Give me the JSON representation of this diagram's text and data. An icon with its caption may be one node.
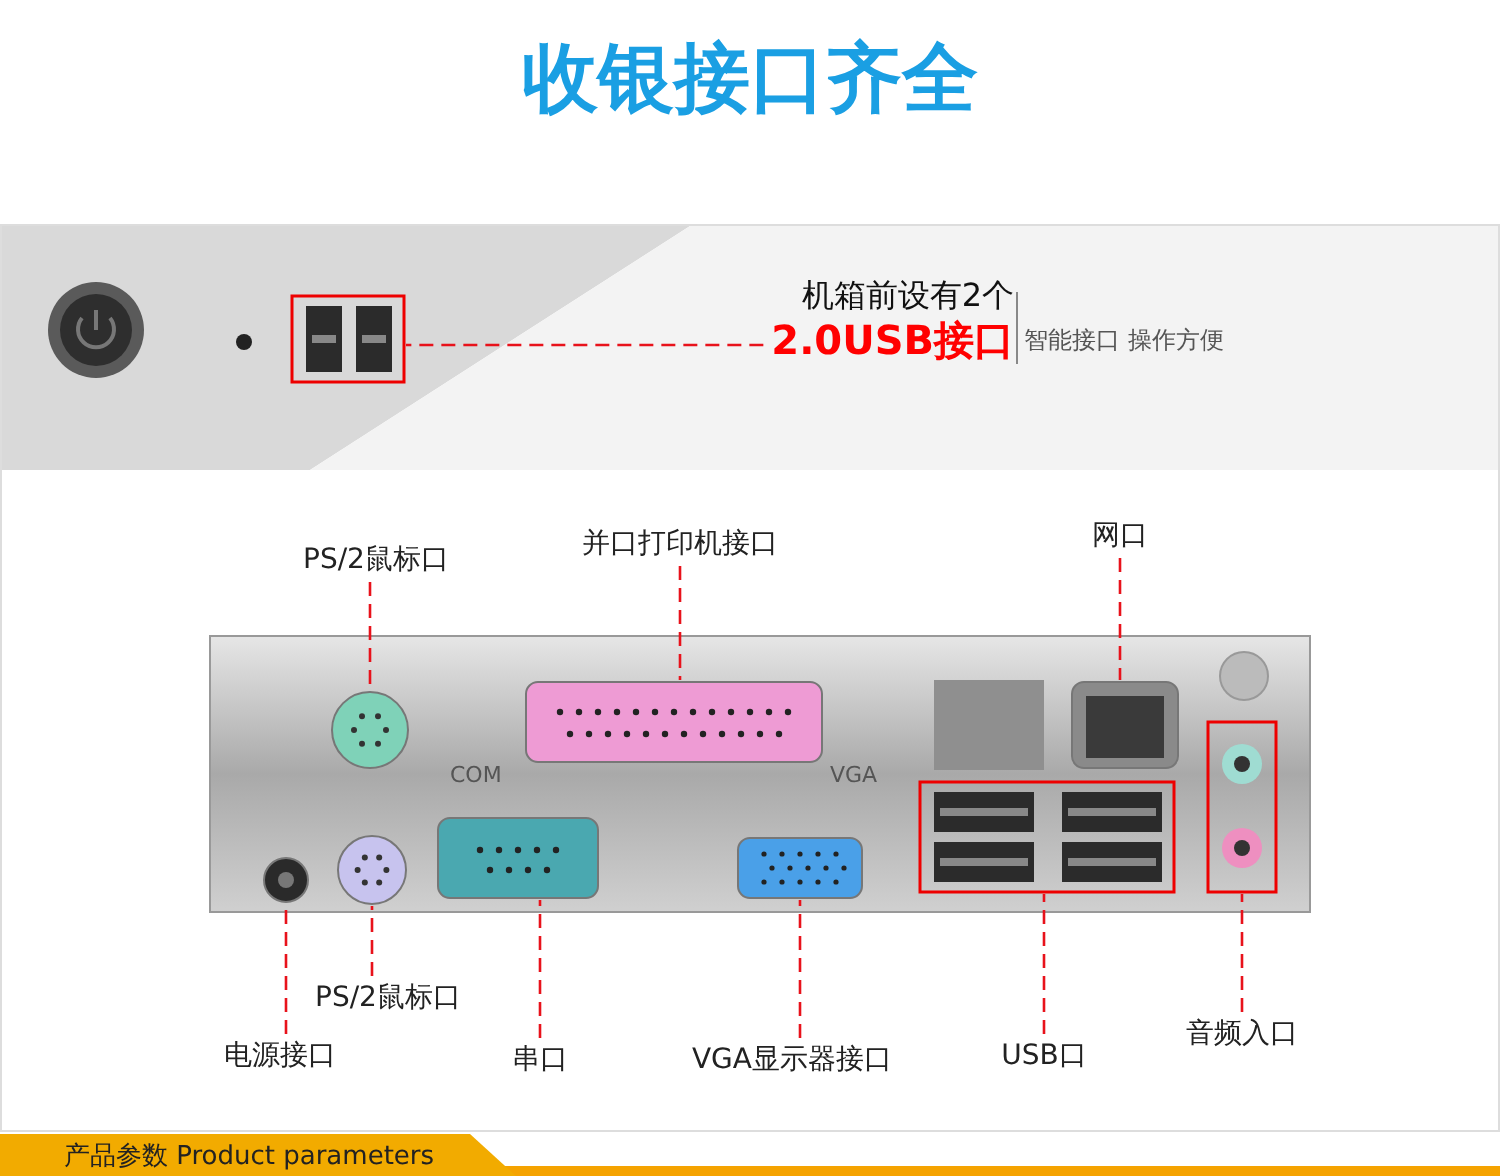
{
  "diagram": {
    "title": "收银接口齐全",
    "nodes": [
      {
        "text": [
          "机箱前设有2个",
          "2.0USB接口"
        ]
      },
      {
        "text": [],
        "shape": "box"
      },
      {
        "text": [
          "PS/2鼠标口"
        ]
      },
      {
        "text": [
          "并口打印机接口"
        ]
      },
      {
        "text": [
          "网口"
        ]
      },
      {
        "text": [
          "PS/2鼠标口"
        ]
      },
      {
        "text": [
          "电源接口"
        ]
      },
      {
        "text": [
          "串口"
        ]
      },
      {
        "text": [
          "VGA显示器接口"
        ]
      },
      {
        "text": [
          "USB口"
        ]
      },
      {
        "text": [
          "音频入口"
        ]
      },
      {
        "text": [],
        "shape": "circle"
      },
      {
        "text": [],
        "shape": "box"
      },
      {
        "text": [],
        "shape": "box"
      },
      {
        "text": [],
        "shape": "circle"
      },
      {
        "text": [],
        "shape": "circle"
      },
      {
        "text": [],
        "shape": "box"
      },
      {
        "text": [],
        "shape": "box"
      },
      {
        "text": [],
        "shape": "box"
      },
      {
        "text": [],
        "shape": "box"
      }
    ],
    "edges": [
      {
        "from": 0,
        "to": 1,
        "arrow": "none",
        "style": "dashed"
      },
      {
        "from": 2,
        "to": 11,
        "arrow": "none",
        "style": "dashed"
      },
      {
        "from": 3,
        "to": 12,
        "arrow": "none",
        "style": "dashed"
      },
      {
        "from": 4,
        "to": 13,
        "arrow": "none",
        "style": "dashed"
      },
      {
        "from": 5,
        "to": 14,
        "arrow": "none",
        "style": "dashed"
      },
      {
        "from": 6,
        "to": 15,
        "arrow": "none",
        "style": "dashed"
      },
      {
        "from": 7,
        "to": 16,
        "arrow": "none",
        "style": "dashed"
      },
      {
        "from": 8,
        "to": 17,
        "arrow": "none",
        "style": "dashed"
      },
      {
        "from": 9,
        "to": 18,
        "arrow": "none",
        "style": "dashed"
      },
      {
        "from": 10,
        "to": 19,
        "arrow": "none",
        "style": "dashed"
      }
    ],
    "labels": [
      "智能接口 操作方便",
      "COM",
      "VGA",
      "产品参数 Product parameters"
    ]
  }
}
